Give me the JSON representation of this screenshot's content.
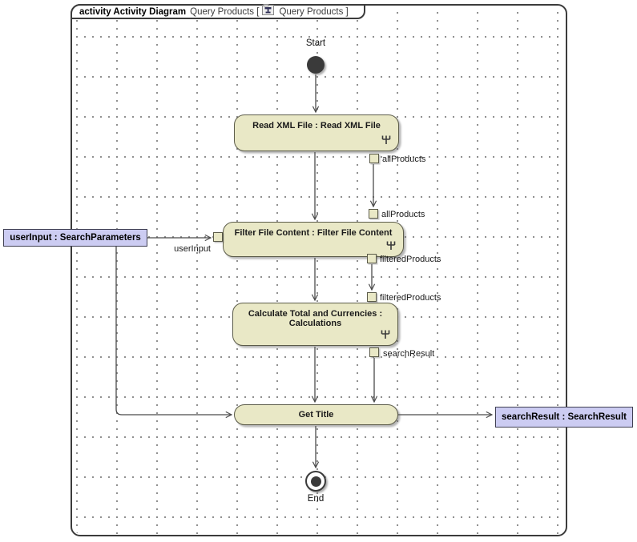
{
  "frame": {
    "header": {
      "keyword": "activity Activity Diagram",
      "diagram_name": "Query Products [",
      "diagram_ref": "Query Products ]",
      "icon": "activity-diagram-icon"
    }
  },
  "nodes": {
    "start_label": "Start",
    "read_xml_label": "Read XML File : Read XML File",
    "filter_label": "Filter File Content : Filter File Content",
    "calc_label_line1": "Calculate Total and Currencies :",
    "calc_label_line2": "Calculations",
    "get_title_label": "Get Title",
    "end_label": "End"
  },
  "pins": {
    "read_xml_out": "allProducts",
    "filter_in": "allProducts",
    "filter_user_in": "userInput",
    "filter_out": "filteredProducts",
    "calc_in": "filteredProducts",
    "calc_out": "searchResult"
  },
  "parameters": {
    "user_input": "userInput : SearchParameters",
    "search_result": "searchResult : SearchResult"
  },
  "colors": {
    "action_fill": "#e9e8c6",
    "action_border": "#5c5c4a",
    "parameter_fill": "#ccccf2",
    "parameter_border": "#3f3f52",
    "edge": "#4a4a4a",
    "frame_border": "#3b3b3b",
    "grid_dot": "#8a8a8a",
    "start_end_fill": "#3a3a3a"
  }
}
